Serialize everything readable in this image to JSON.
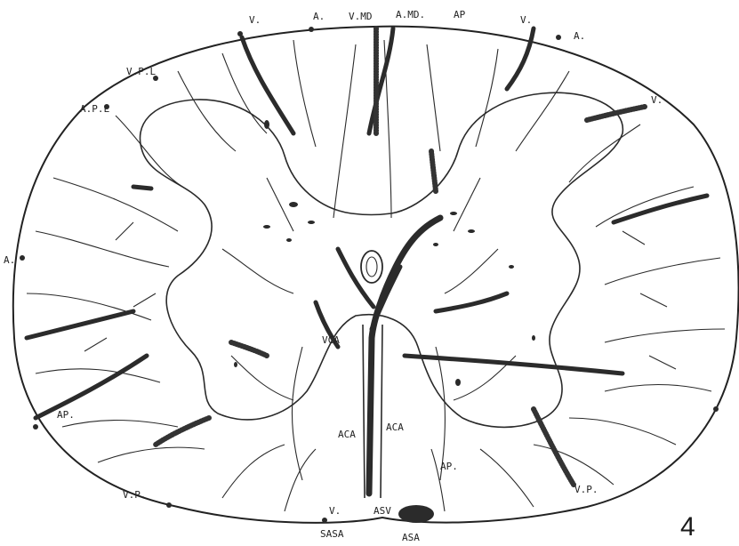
{
  "labels": {
    "v_top_left": "V.",
    "a_top_left": "A.",
    "vmd": "V.MD",
    "amd": "A.MD.",
    "ap_top": "AP",
    "v_top_right": "V.",
    "a_top_right": "A.",
    "v_right": "V.",
    "vpl": "V.P.L",
    "apl": "A.P.L",
    "a_left": "A.",
    "vca": "VCA",
    "ap_left": "AP.",
    "aca_left": "ACA",
    "aca_right": "ACA",
    "ap_center": "AP.",
    "vp_left": "V.P.",
    "vp_right": "V.P.",
    "v_bottom": "V.",
    "asv": "ASV",
    "sasa": "SASA",
    "asa": "ASA"
  },
  "figure_number": "4",
  "colors": {
    "ink": "#222222",
    "paper": "#ffffff"
  }
}
